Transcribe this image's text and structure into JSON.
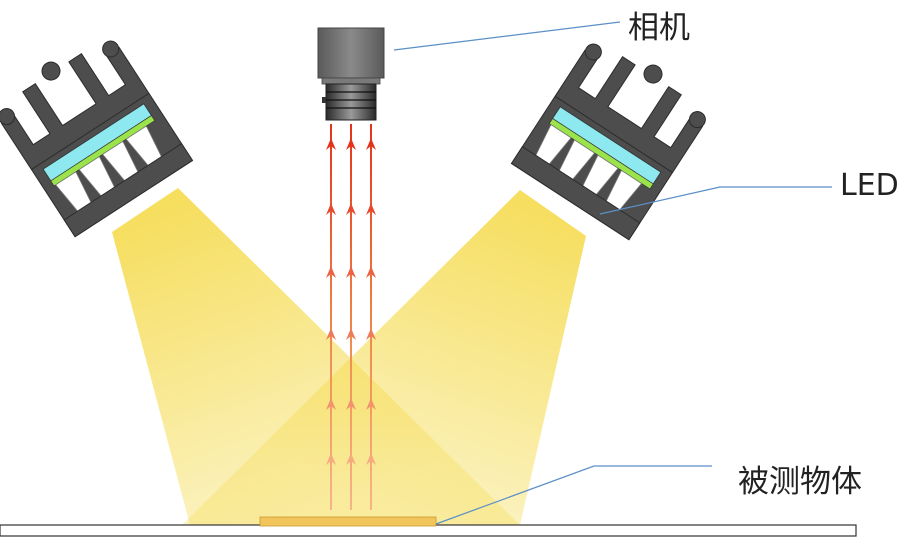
{
  "labels": {
    "camera": "相机",
    "led": "LED",
    "object": "被测物体"
  },
  "colors": {
    "light_beam": "#f5dc55",
    "ray": "#e8431c",
    "callout_line": "#5b8fc7",
    "led_housing": "#4d4d4d",
    "diffuser": "#8ee8f0",
    "filter": "#9be34a",
    "object": "#f2c45c",
    "stage": "#ffffff",
    "camera_body": "#6e6e6e"
  },
  "icons": [
    "camera-icon",
    "led-light-icon"
  ]
}
